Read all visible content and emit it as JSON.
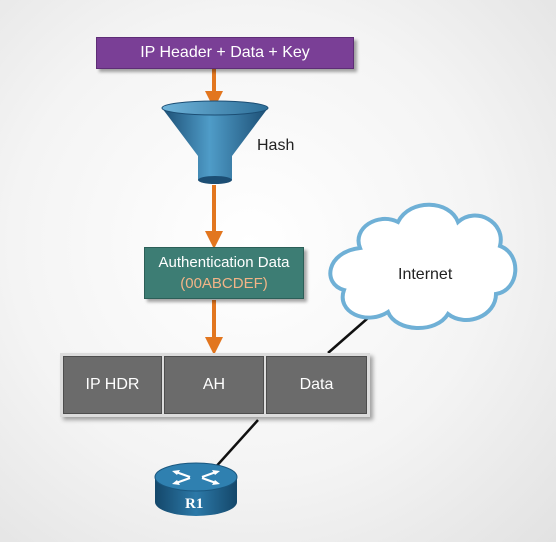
{
  "top_box": {
    "label": "IP Header + Data + Key"
  },
  "hash": {
    "label": "Hash"
  },
  "auth_box": {
    "title": "Authentication Data",
    "value": "(00ABCDEF)"
  },
  "cloud": {
    "label": "Internet"
  },
  "packet": {
    "cells": [
      "IP HDR",
      "AH",
      "Data"
    ]
  },
  "router": {
    "label": "R1"
  },
  "colors": {
    "top_box": "#7a3f96",
    "auth_box": "#3d7d74",
    "arrow": "#e2761f",
    "funnel": "#2f6f98",
    "packet_cell": "#6b6b6b",
    "router": "#1f5f86"
  }
}
